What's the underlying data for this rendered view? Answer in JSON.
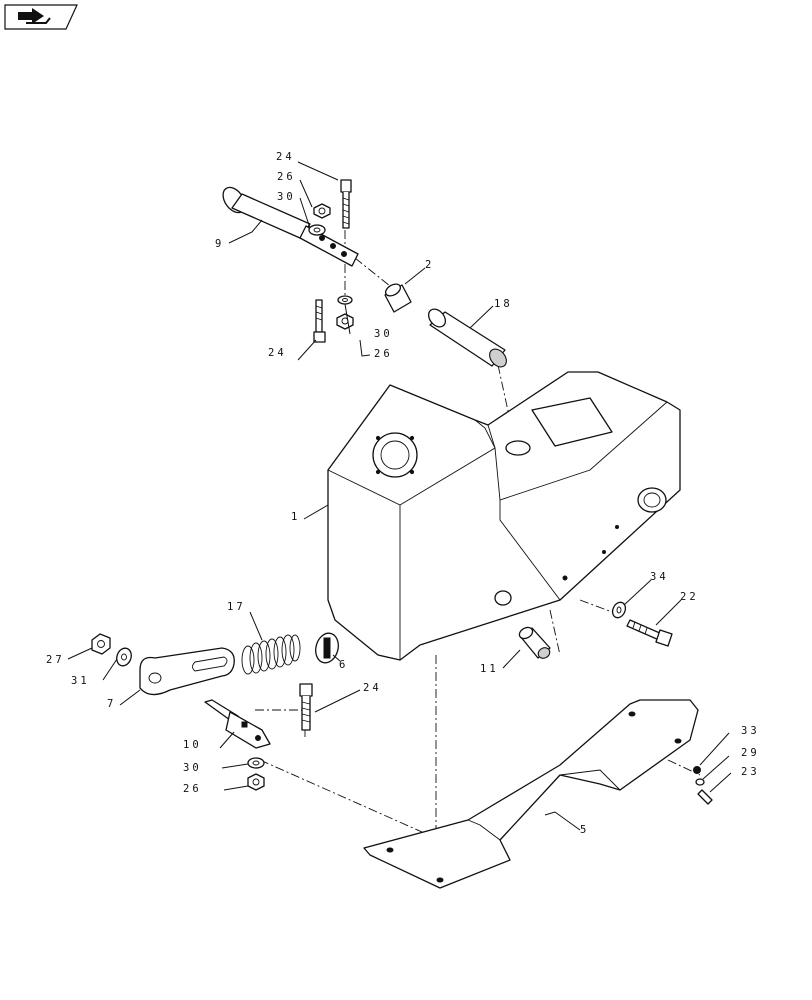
{
  "diagram": {
    "nav_icon": "book-arrow-icon",
    "callouts": {
      "c24_top": "24",
      "c26_top": "26",
      "c30_top": "30",
      "c9": "9",
      "c2": "2",
      "c18": "18",
      "c30_bot": "30",
      "c24_mid": "24",
      "c26_mid": "26",
      "c1": "1",
      "c17": "17",
      "c27": "27",
      "c31": "31",
      "c6": "6",
      "c7": "7",
      "c24_low": "24",
      "c10": "10",
      "c30_low": "30",
      "c26_low": "26",
      "c11": "11",
      "c34": "34",
      "c22": "22",
      "c33": "33",
      "c29": "29",
      "c23": "23",
      "c5": "5"
    }
  }
}
